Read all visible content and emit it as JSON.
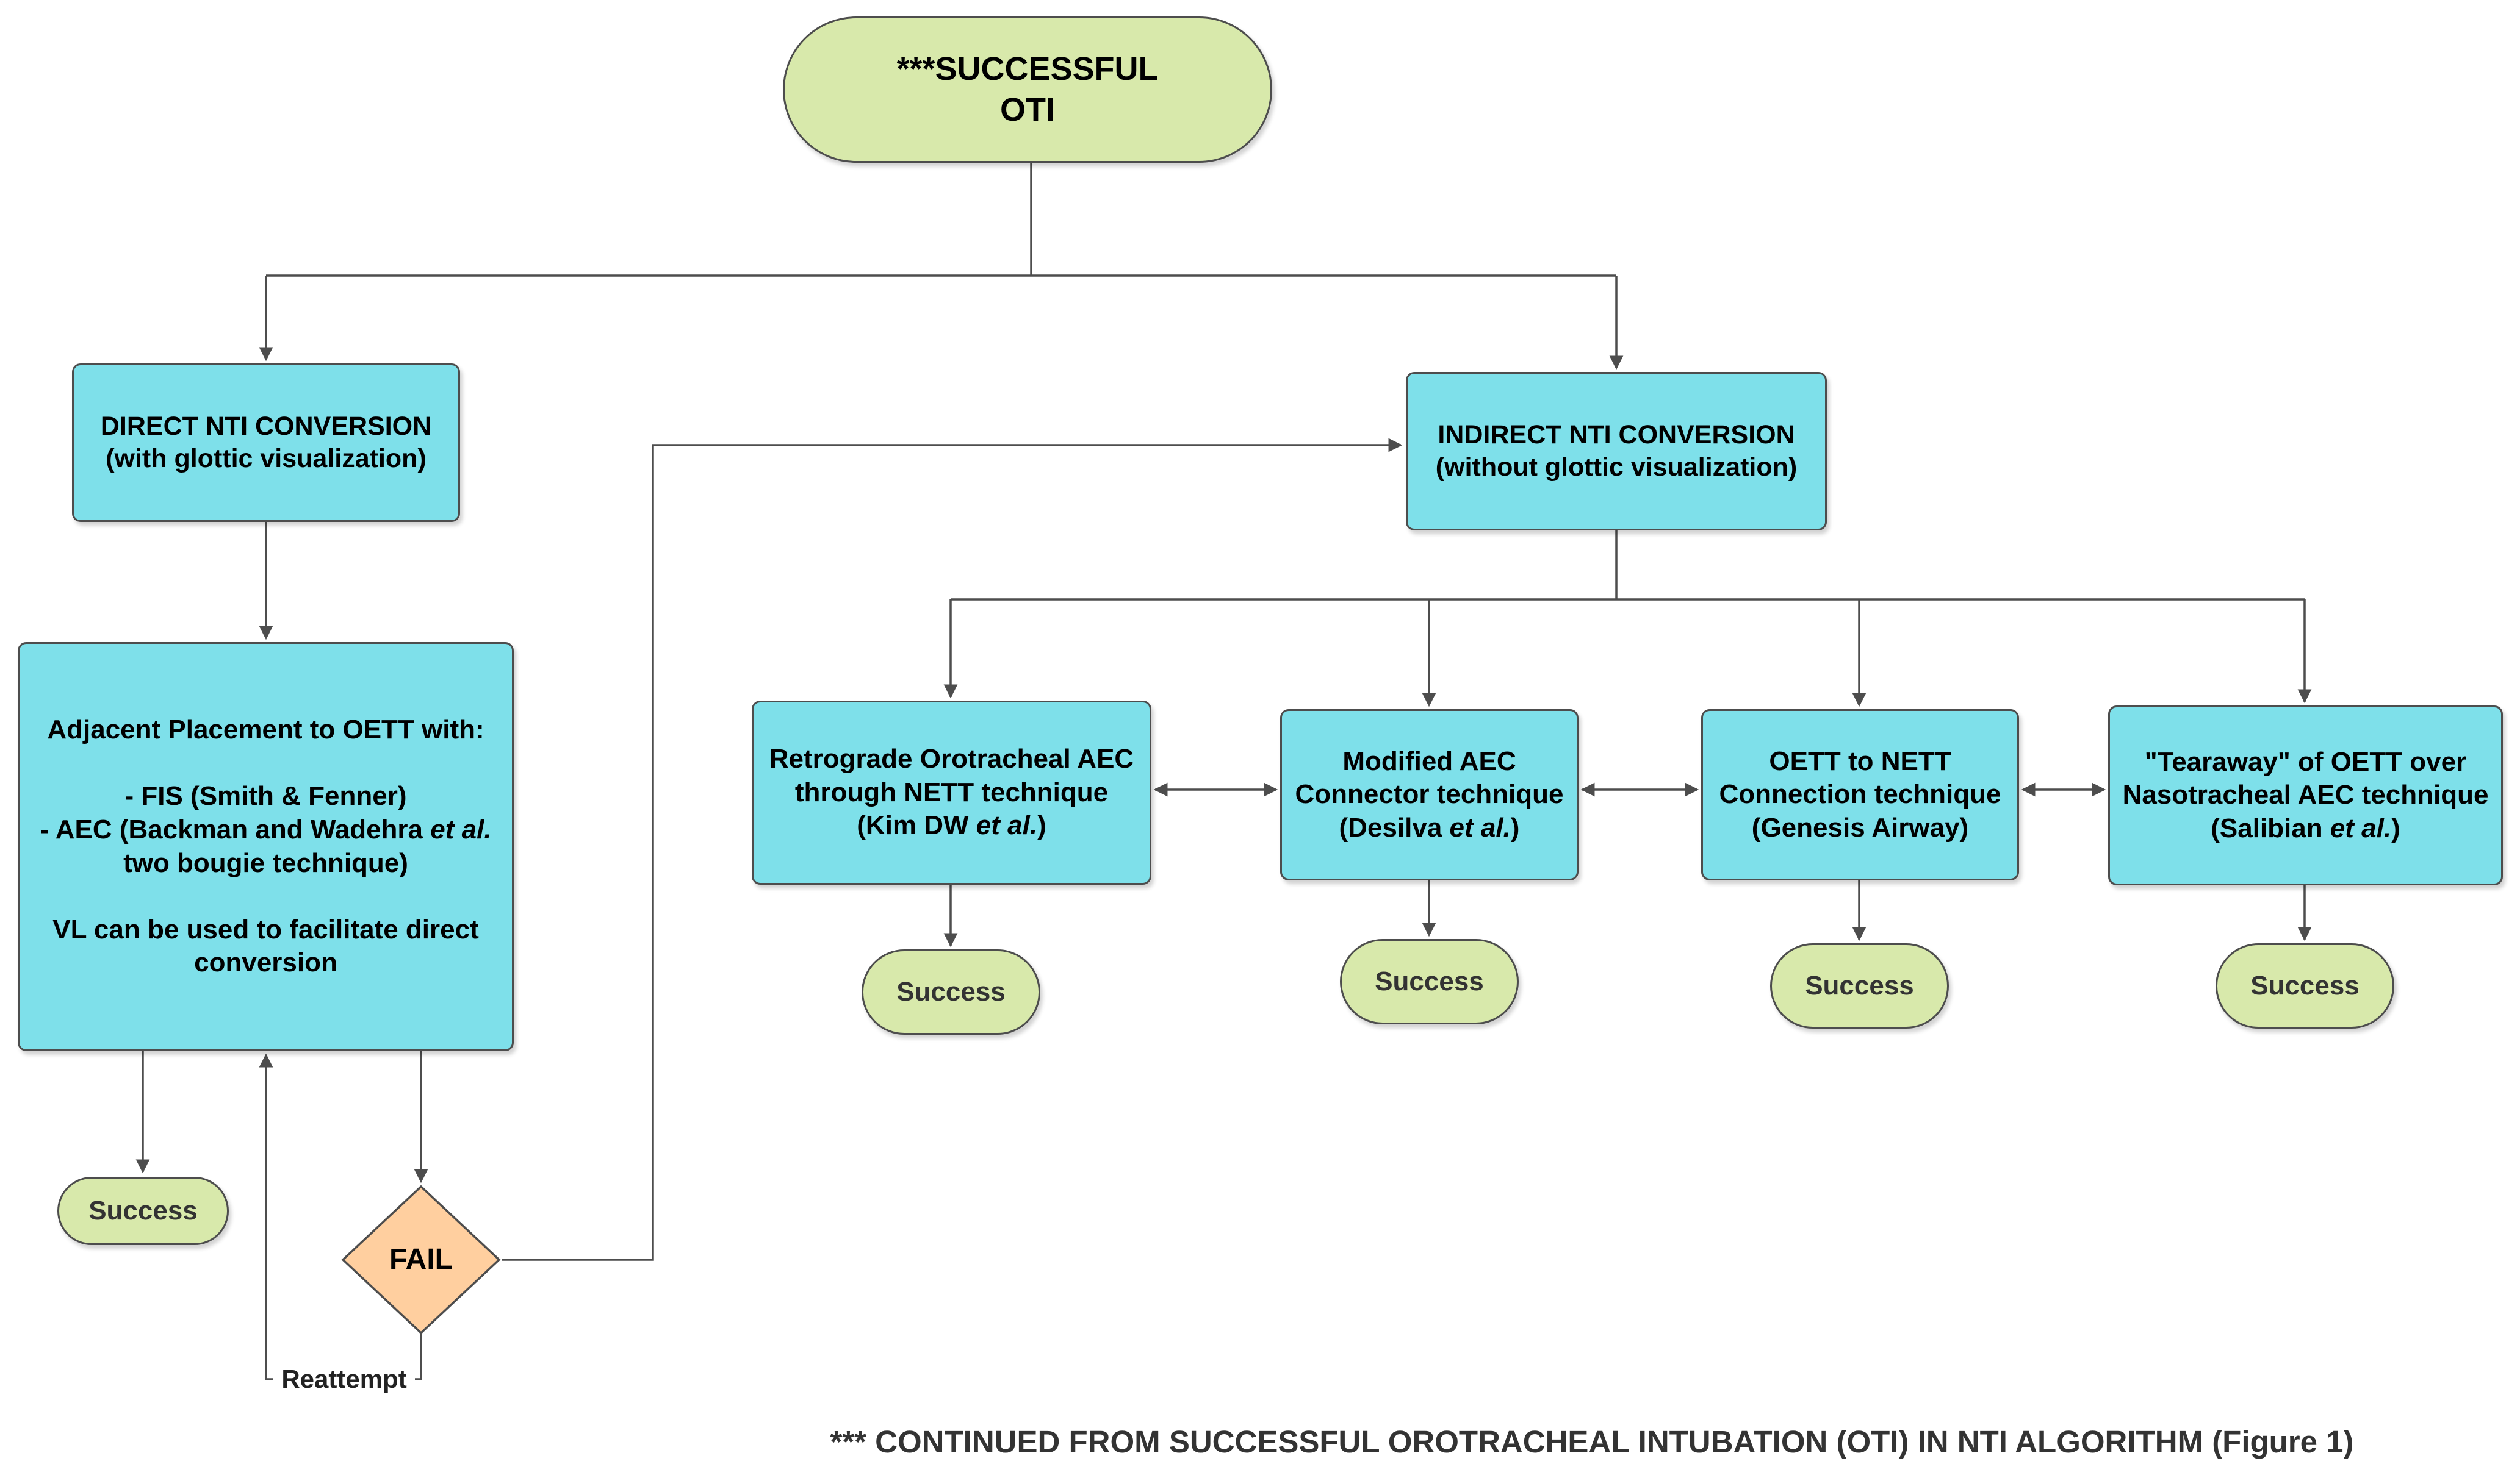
{
  "colors": {
    "process_fill": "#7ee0ea",
    "terminal_fill": "#d8e9ab",
    "fail_fill": "#ffcf9f",
    "border": "#4d4d4d",
    "line": "#4d4d4d",
    "text": "#000000",
    "muted_text": "#333333"
  },
  "labels": {
    "success": "Success",
    "fail": "FAIL",
    "reattempt": "Reattempt"
  },
  "footer": {
    "text": "*** CONTINUED FROM SUCCESSFUL OROTRACHEAL INTUBATION (OTI) IN NTI ALGORITHM (Figure 1)"
  },
  "nodes": {
    "oti": {
      "lines": [
        "***SUCCESSFUL",
        "OTI"
      ]
    },
    "direct": {
      "lines": [
        "DIRECT NTI CONVERSION",
        "(with glottic visualization)"
      ]
    },
    "indirect": {
      "lines": [
        "INDIRECT NTI CONVERSION",
        "(without glottic visualization)"
      ]
    },
    "adjacent": {
      "lines": [
        "Adjacent Placement to OETT with:",
        "",
        "- FIS (Smith & Fenner)",
        [
          {
            "t": "- AEC (Backman and Wadehra "
          },
          {
            "t": "et al.",
            "i": true
          }
        ],
        "two bougie technique)",
        "",
        "VL can be used to facilitate direct",
        "conversion"
      ]
    },
    "retrograde": {
      "lines": [
        "Retrograde Orotracheal AEC",
        "through NETT technique",
        [
          {
            "t": "(Kim DW "
          },
          {
            "t": "et al.",
            "i": true
          },
          {
            "t": ")"
          }
        ]
      ]
    },
    "modified_aec": {
      "lines": [
        "Modified AEC",
        "Connector technique",
        [
          {
            "t": "(Desilva "
          },
          {
            "t": "et al.",
            "i": true
          },
          {
            "t": ")"
          }
        ]
      ]
    },
    "oett_nett": {
      "lines": [
        "OETT to NETT",
        "Connection technique",
        "(Genesis Airway)"
      ]
    },
    "tearaway": {
      "lines": [
        "\"Tearaway\" of OETT over",
        "Nasotracheal AEC technique",
        [
          {
            "t": "(Salibian "
          },
          {
            "t": "et al.",
            "i": true
          },
          {
            "t": ")"
          }
        ]
      ]
    }
  }
}
